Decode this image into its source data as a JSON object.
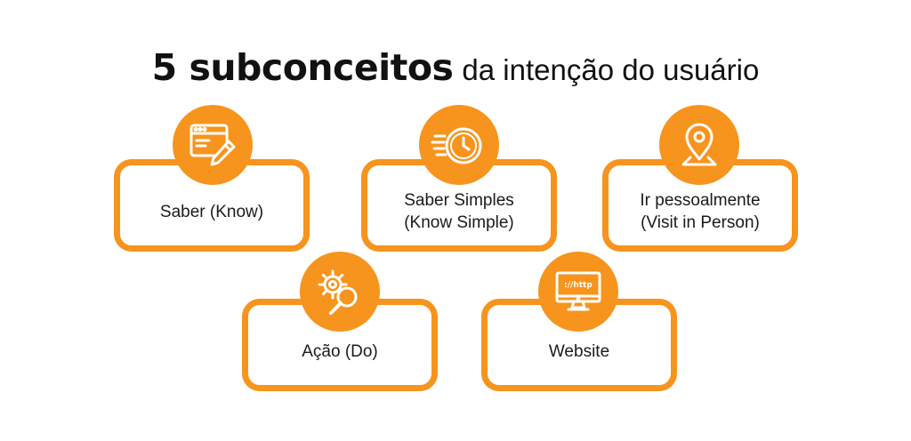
{
  "title": {
    "bold": "5 subconceitos",
    "light": "da intenção do usuário"
  },
  "accent_color": "#f7941d",
  "cards": [
    {
      "label": "Saber (Know)",
      "icon": "browser-edit-icon"
    },
    {
      "label": "Saber Simples\n(Know Simple)",
      "icon": "fast-clock-icon"
    },
    {
      "label": "Ir pessoalmente\n(Visit in Person)",
      "icon": "location-pin-icon"
    },
    {
      "label": "Ação (Do)",
      "icon": "gear-search-icon"
    },
    {
      "label": "Website",
      "icon": "http-monitor-icon",
      "icon_text": "://http"
    }
  ]
}
